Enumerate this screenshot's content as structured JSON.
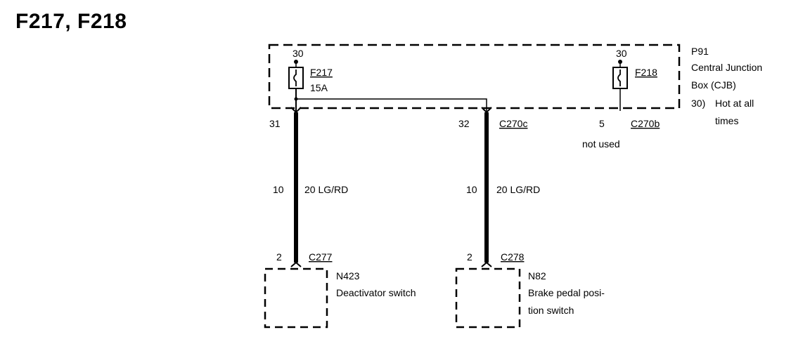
{
  "title": "F217, F218",
  "cjb": {
    "id": "P91",
    "name_line1": "Central Junction",
    "name_line2": "Box (CJB)",
    "note_key": "30)",
    "note_line1": "Hot at all",
    "note_line2": "times"
  },
  "fuses": [
    {
      "circuit": "30",
      "id": "F217",
      "rating": "15A"
    },
    {
      "circuit": "30",
      "id": "F218"
    }
  ],
  "connectors": {
    "c270c": {
      "label": "C270c",
      "pin_left": "31",
      "pin_right": "32"
    },
    "c270b": {
      "label": "C270b",
      "pin": "5",
      "status": "not used"
    },
    "c277": {
      "label": "C277",
      "pin": "2"
    },
    "c278": {
      "label": "C278",
      "pin": "2"
    }
  },
  "wires": [
    {
      "circuit": "10",
      "spec": "20 LG/RD"
    },
    {
      "circuit": "10",
      "spec": "20 LG/RD"
    }
  ],
  "components": [
    {
      "id": "N423",
      "name_line1": "Deactivator switch"
    },
    {
      "id": "N82",
      "name_line1": "Brake pedal posi-",
      "name_line2": "tion switch"
    }
  ]
}
